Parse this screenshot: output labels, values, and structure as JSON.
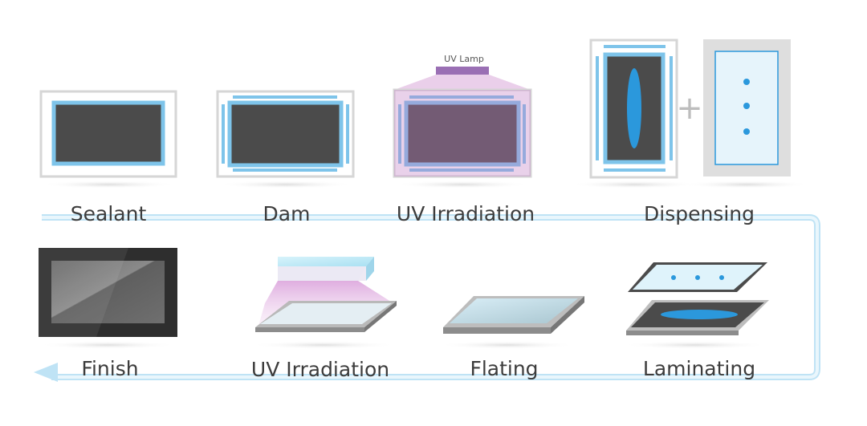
{
  "steps": {
    "sealant": "Sealant",
    "dam": "Dam",
    "uv_irradiation_1": "UV Irradiation",
    "dispensing": "Dispensing",
    "finish": "Finish",
    "uv_irradiation_2": "UV Irradiation",
    "flating": "Flating",
    "laminating": "Laminating"
  },
  "uv_lamp_label": "UV Lamp",
  "plus_symbol": "+",
  "colors": {
    "panel_dark": "#4b4b4b",
    "seal_blue": "#7ec4ea",
    "flow_arrow": "#bfe3f5",
    "uv_purple": "#9a6fb4",
    "glue_blue": "#2b98dc"
  }
}
